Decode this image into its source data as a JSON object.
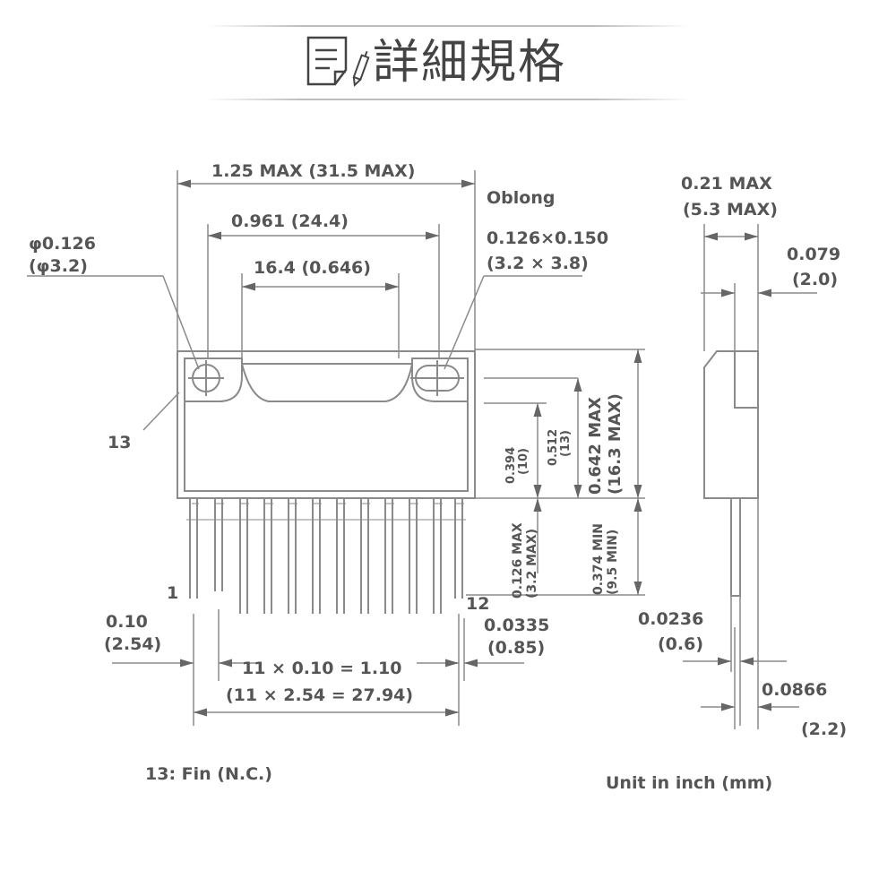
{
  "header": {
    "title": "詳細規格",
    "icon": "document-pen-icon"
  },
  "drawing": {
    "front_view": {
      "overall_width": "1.25 MAX (31.5 MAX)",
      "oblong_label": "Oblong",
      "mount_hole_pitch": "0.961 (24.4)",
      "inner_width": "16.4 (0.646)",
      "round_hole_line1": "φ0.126",
      "round_hole_line2": "(φ3.2)",
      "oblong_hole_line1": "0.126×0.150",
      "oblong_hole_line2": "(3.2 × 3.8)",
      "fin_label": "13",
      "pin_first": "1",
      "pin_last": "12",
      "pitch_line1": "0.10",
      "pitch_line2": "(2.54)",
      "pin_width_line1": "0.0335",
      "pin_width_line2": "(0.85)",
      "pin_span_line1": "11 × 0.10 = 1.10",
      "pin_span_line2": "(11 × 2.54 = 27.94)",
      "body_h1_line1": "0.394",
      "body_h1_line2": "(10)",
      "body_h2_line1": "0.512",
      "body_h2_line2": "(13)",
      "body_hmax_line1": "0.642 MAX",
      "body_hmax_line2": "(16.3 MAX)",
      "lead_shoulder_line1": "0.126 MAX",
      "lead_shoulder_line2": "(3.2 MAX)",
      "lead_len_line1": "0.374 MIN",
      "lead_len_line2": "(9.5 MIN)"
    },
    "side_view": {
      "thickness_line1": "0.21 MAX",
      "thickness_line2": "(5.3 MAX)",
      "fin_thk_line1": "0.079",
      "fin_thk_line2": "(2.0)",
      "lead_thk_line1": "0.0236",
      "lead_thk_line2": "(0.6)",
      "lead_offset_line1": "0.0866",
      "lead_offset_line2": "(2.2)"
    },
    "notes": {
      "fin_note": "13:  Fin (N.C.)",
      "unit_note": "Unit in inch (mm)"
    }
  },
  "colors": {
    "line": "#8a8a8a",
    "text": "#555555",
    "title": "#444444"
  }
}
